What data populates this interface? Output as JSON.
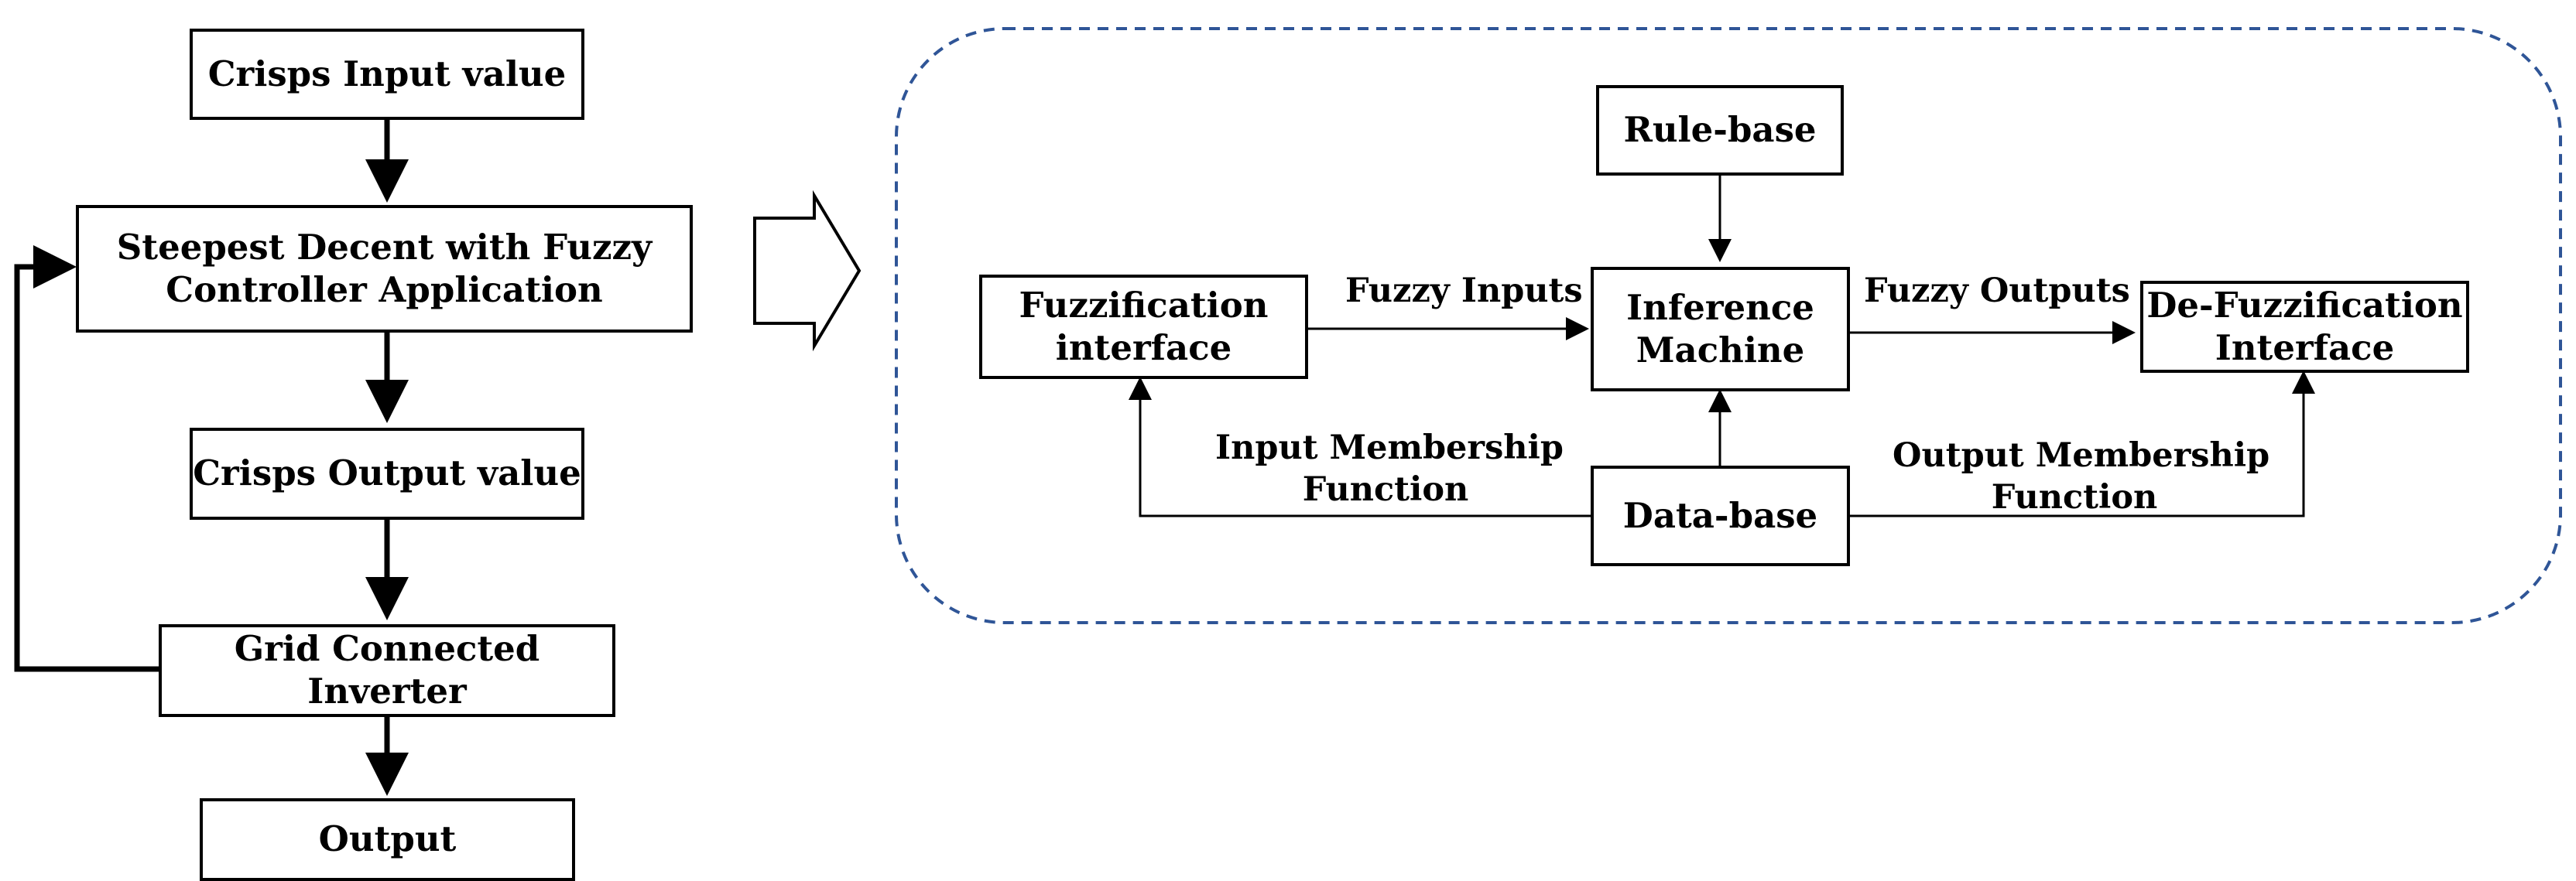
{
  "left_flow": {
    "crisp_input": "Crisps Input value",
    "steepest_line1": "Steepest Decent with Fuzzy",
    "steepest_line2": "Controller Application",
    "crisp_output": "Crisps Output value",
    "inverter": "Grid Connected Inverter",
    "output": "Output"
  },
  "fuzzy_controller": {
    "rule_base": "Rule-base",
    "fuzzification_line1": "Fuzzification",
    "fuzzification_line2": "interface",
    "inference_line1": "Inference",
    "inference_line2": "Machine",
    "defuzzification_line1": "De-Fuzzification",
    "defuzzification_line2": "Interface",
    "data_base": "Data-base",
    "fuzzy_inputs": "Fuzzy Inputs",
    "fuzzy_outputs": "Fuzzy Outputs",
    "input_mf_line1": "Input Membership",
    "input_mf_line2": "Function",
    "output_mf_line1": "Output Membership",
    "output_mf_line2": "Function"
  },
  "colors": {
    "line": "#000000",
    "dashed_border": "#2f5597"
  }
}
